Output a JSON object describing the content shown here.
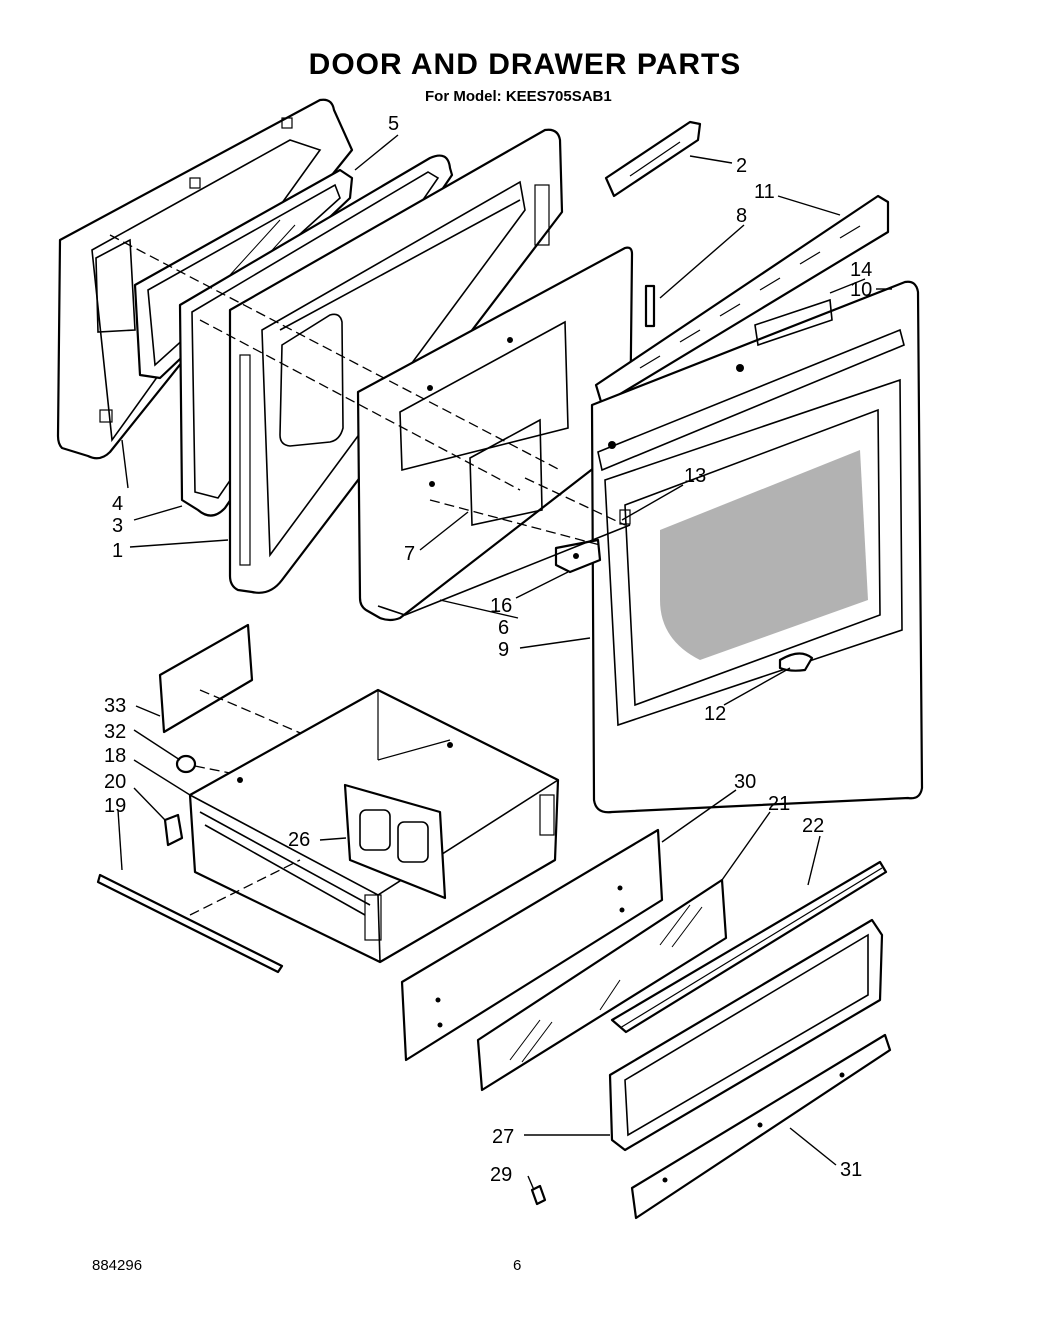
{
  "header": {
    "title": "DOOR AND DRAWER PARTS",
    "subtitle": "For Model: KEES705SAB1"
  },
  "footer": {
    "code": "884296",
    "page": "6"
  },
  "callouts": {
    "c1": "1",
    "c2": "2",
    "c3": "3",
    "c4": "4",
    "c5": "5",
    "c6": "6",
    "c7": "7",
    "c8": "8",
    "c9": "9",
    "c10": "10",
    "c11": "11",
    "c12": "12",
    "c13": "13",
    "c14": "14",
    "c16": "16",
    "c18": "18",
    "c19": "19",
    "c20": "20",
    "c21": "21",
    "c22": "22",
    "c26": "26",
    "c27": "27",
    "c29": "29",
    "c30": "30",
    "c31": "31",
    "c32": "32",
    "c33": "33"
  }
}
